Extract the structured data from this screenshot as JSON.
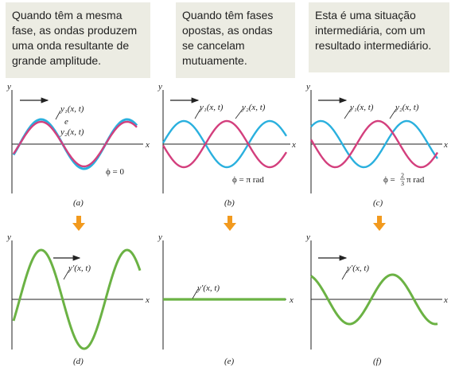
{
  "captions": [
    {
      "lines": [
        "Quando têm a mesma",
        "fase, as ondas produzem",
        "uma onda resultante de",
        "grande amplitude."
      ]
    },
    {
      "lines": [
        "Quando têm fases",
        "opostas, as ondas",
        "se cancelam",
        "mutuamente."
      ]
    },
    {
      "lines": [
        "Esta é uma situação",
        "intermediária, com um",
        "resultado intermediário."
      ]
    }
  ],
  "axis": {
    "y": "y",
    "x": "x"
  },
  "labels": {
    "y1": "y₁(x, t)",
    "e": "e",
    "y2": "y₂(x, t)",
    "yprime": "y′(x, t)"
  },
  "phases": {
    "a": "ϕ = 0",
    "b": "ϕ = π rad",
    "c_prefix": "ϕ =",
    "c_num": "2",
    "c_den": "3",
    "c_suffix": "π rad"
  },
  "panel_labels": [
    "(a)",
    "(b)",
    "(c)",
    "(d)",
    "(e)",
    "(f)"
  ],
  "colors": {
    "wave1": "#2ab0de",
    "wave2": "#d33f7d",
    "resultant": "#6bb244",
    "arrow": "#f29a1e",
    "caption_bg": "#ecece3"
  }
}
